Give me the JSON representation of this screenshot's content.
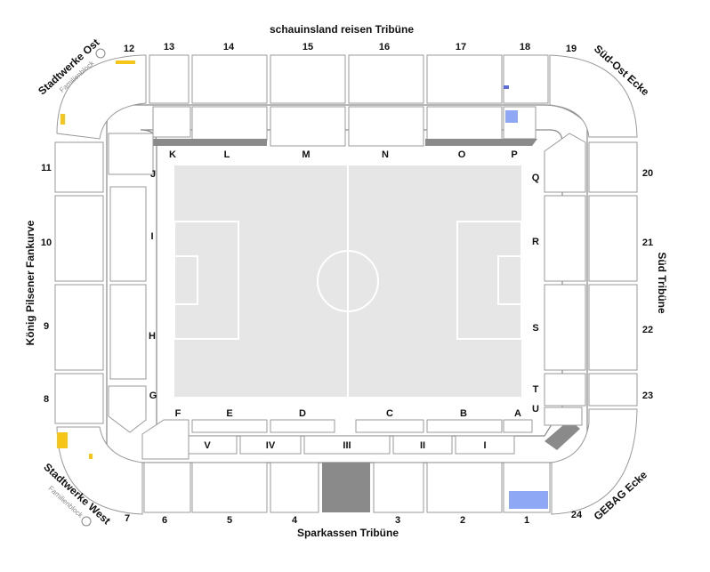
{
  "stands": {
    "north": "schauinsland reisen Tribüne",
    "south": "Sparkassen Tribüne",
    "west": "König Pilsener Fankurve",
    "east": "Süd Tribüne"
  },
  "corners": {
    "nw": {
      "title": "Stadtwerke Ost",
      "sub": "Familienblock"
    },
    "sw": {
      "title": "Stadtwerke West",
      "sub": "Familienblock"
    },
    "ne": {
      "title": "Süd-Ost Ecke"
    },
    "se": {
      "title": "GEBAG Ecke"
    }
  },
  "blocks": {
    "b1": "1",
    "b2": "2",
    "b3": "3",
    "b4": "4",
    "b5": "5",
    "b6": "6",
    "b7": "7",
    "b8": "8",
    "b9": "9",
    "b10": "10",
    "b11": "11",
    "b12": "12",
    "b13": "13",
    "b14": "14",
    "b15": "15",
    "b16": "16",
    "b17": "17",
    "b18": "18",
    "b19": "19",
    "b20": "20",
    "b21": "21",
    "b22": "22",
    "b23": "23",
    "b24": "24"
  },
  "letters": {
    "A": "A",
    "B": "B",
    "C": "C",
    "D": "D",
    "E": "E",
    "F": "F",
    "G": "G",
    "H": "H",
    "I": "I",
    "J": "J",
    "K": "K",
    "L": "L",
    "M": "M",
    "N": "N",
    "O": "O",
    "P": "P",
    "Q": "Q",
    "R": "R",
    "S": "S",
    "T": "T",
    "U": "U"
  },
  "boxes": {
    "V": "V",
    "IV": "IV",
    "III": "III",
    "II": "II",
    "I": "I"
  },
  "colors": {
    "pitch": "#e6e6e6",
    "lines": "#ffffff",
    "stroke": "#9a9a9a",
    "grey": "#8a8a8a",
    "family_seats": "#f5c518",
    "available_seats": "#8fa8f5"
  },
  "icons": {
    "family": "family-logo-icon"
  }
}
